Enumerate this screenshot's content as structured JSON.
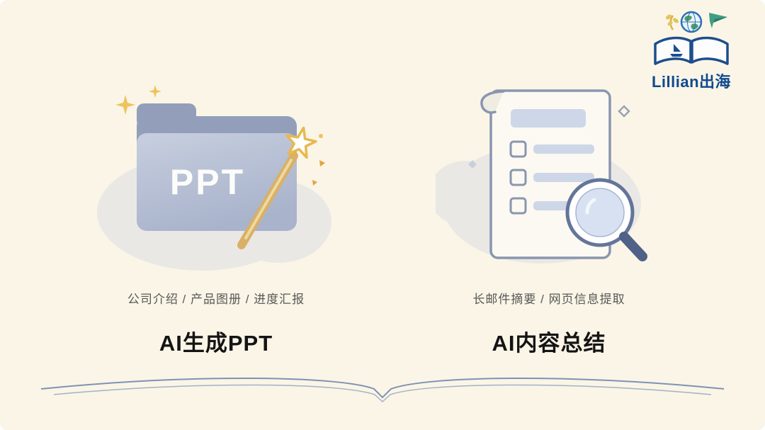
{
  "slide": {
    "background": "#faf5e6"
  },
  "logo": {
    "text": "Lillian出海",
    "color": "#10498f"
  },
  "features": [
    {
      "illustration": "ppt-folder-with-magic-wand",
      "badge": "PPT",
      "caption": "公司介绍 / 产品图册 / 进度汇报",
      "title": "AI生成PPT"
    },
    {
      "illustration": "document-checklist-with-magnifier",
      "caption": "长邮件摘要 / 网页信息提取",
      "title": "AI内容总结"
    }
  ],
  "colors": {
    "caption_text": "#585858",
    "title_text": "#141414",
    "folder_front": "#b6bfd5",
    "folder_back": "#939eba",
    "accent_gold": "#eec35e",
    "periwinkle_fill": "#cdd7e8",
    "outline_blue_gray": "#8a96b0",
    "divider_line": "#7f92b5",
    "logo_navy": "#1d4e8d"
  }
}
